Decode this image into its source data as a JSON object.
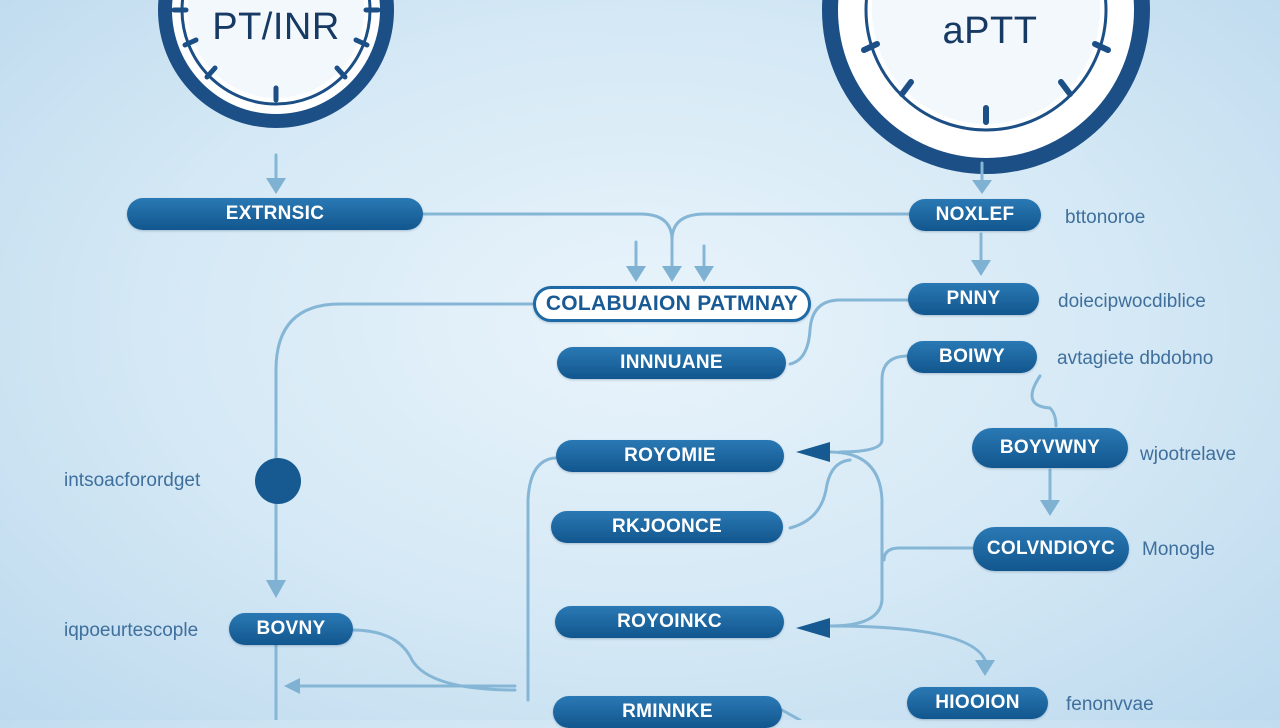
{
  "gauges": {
    "left": {
      "label": "PT/INR",
      "icon": "clock-gauge"
    },
    "right": {
      "label": "aPTT",
      "icon": "clock-gauge"
    }
  },
  "center_node": "COLABUAION PATMNAY",
  "left_nodes": {
    "extrinsic": "EXTRNSIC",
    "bottom": "BOVNY"
  },
  "middle_nodes": [
    "INNNUANE",
    "ROYOMIE",
    "RKJOONCE",
    "ROYOINKC",
    "RMINNKE"
  ],
  "right_nodes": [
    "NOXLEF",
    "PNNY",
    "BOIWY",
    "BOYVWNY",
    "COLVNDIOYC",
    "HIOOION"
  ],
  "side_labels": {
    "left_1": "intsoacforordget",
    "left_2": "iqpoeurtescople",
    "right_1": "bttonoroe",
    "right_2": "doiecipwocdiblice",
    "right_3": "avtagiete dbdobno",
    "right_4": "wjootrelave",
    "right_5": "Monogle",
    "right_6": "fenonvvae"
  },
  "colors": {
    "node_fill": "#1a65a2",
    "node_text": "#ffffff",
    "connector": "#7fb1d3",
    "accent_dark": "#165a91",
    "background": "#d4e8f5"
  }
}
